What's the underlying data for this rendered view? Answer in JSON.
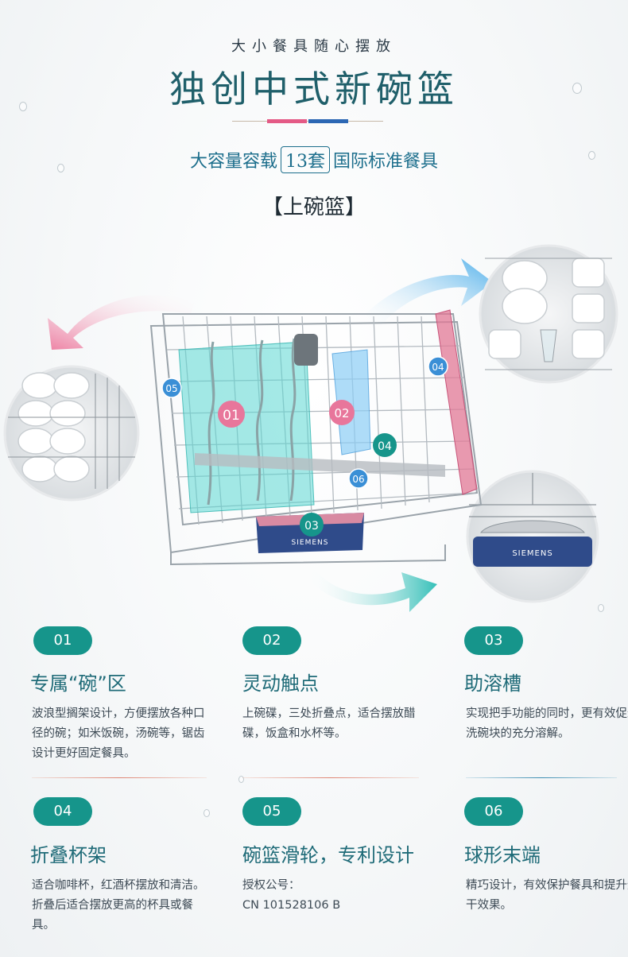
{
  "header": {
    "tagline": "大小餐具随心摆放",
    "title": "独创中式新碗篮",
    "capacity_prefix": "大容量容载",
    "capacity_count": "13套",
    "capacity_suffix": "国际标准餐具",
    "section_label": "【上碗篮】"
  },
  "hero": {
    "markers": [
      {
        "id": "01",
        "color": "#e8769b"
      },
      {
        "id": "02",
        "color": "#e8769b"
      },
      {
        "id": "03",
        "color": "#16958b"
      },
      {
        "id": "04",
        "color": "#16958b"
      },
      {
        "id": "04",
        "color": "#3a8fd6"
      },
      {
        "id": "05",
        "color": "#3a8fd6"
      },
      {
        "id": "06",
        "color": "#3a8fd6"
      }
    ],
    "brand": "SIEMENS",
    "detail_brand": "SIEMENS"
  },
  "features": [
    {
      "num": "01",
      "title": "专属“碗”区",
      "desc": "波浪型搁架设计，方便摆放各种口径的碗；如米饭碗，汤碗等，锯齿设计更好固定餐具。"
    },
    {
      "num": "02",
      "title": "灵动触点",
      "desc": "上碗碟，三处折叠点，适合摆放醋碟，饭盒和水杯等。"
    },
    {
      "num": "03",
      "title": "助溶槽",
      "desc": "实现把手功能的同时，更有效促进洗碗块的充分溶解。"
    },
    {
      "num": "04",
      "title": "折叠杯架",
      "desc": "适合咖啡杯，红酒杯摆放和清洁。折叠后适合摆放更高的杯具或餐具。"
    },
    {
      "num": "05",
      "title": "碗篮滑轮，专利设计",
      "desc_line1": "授权公号：",
      "desc_line2": "CN 101528106 B"
    },
    {
      "num": "06",
      "title": "球形末端",
      "desc": "精巧设计，有效保护餐具和提升烘干效果。"
    }
  ],
  "colors": {
    "accent_teal": "#16958b",
    "title_blue": "#1f5f6a",
    "pink": "#e45a86",
    "blue": "#2c67b4"
  }
}
